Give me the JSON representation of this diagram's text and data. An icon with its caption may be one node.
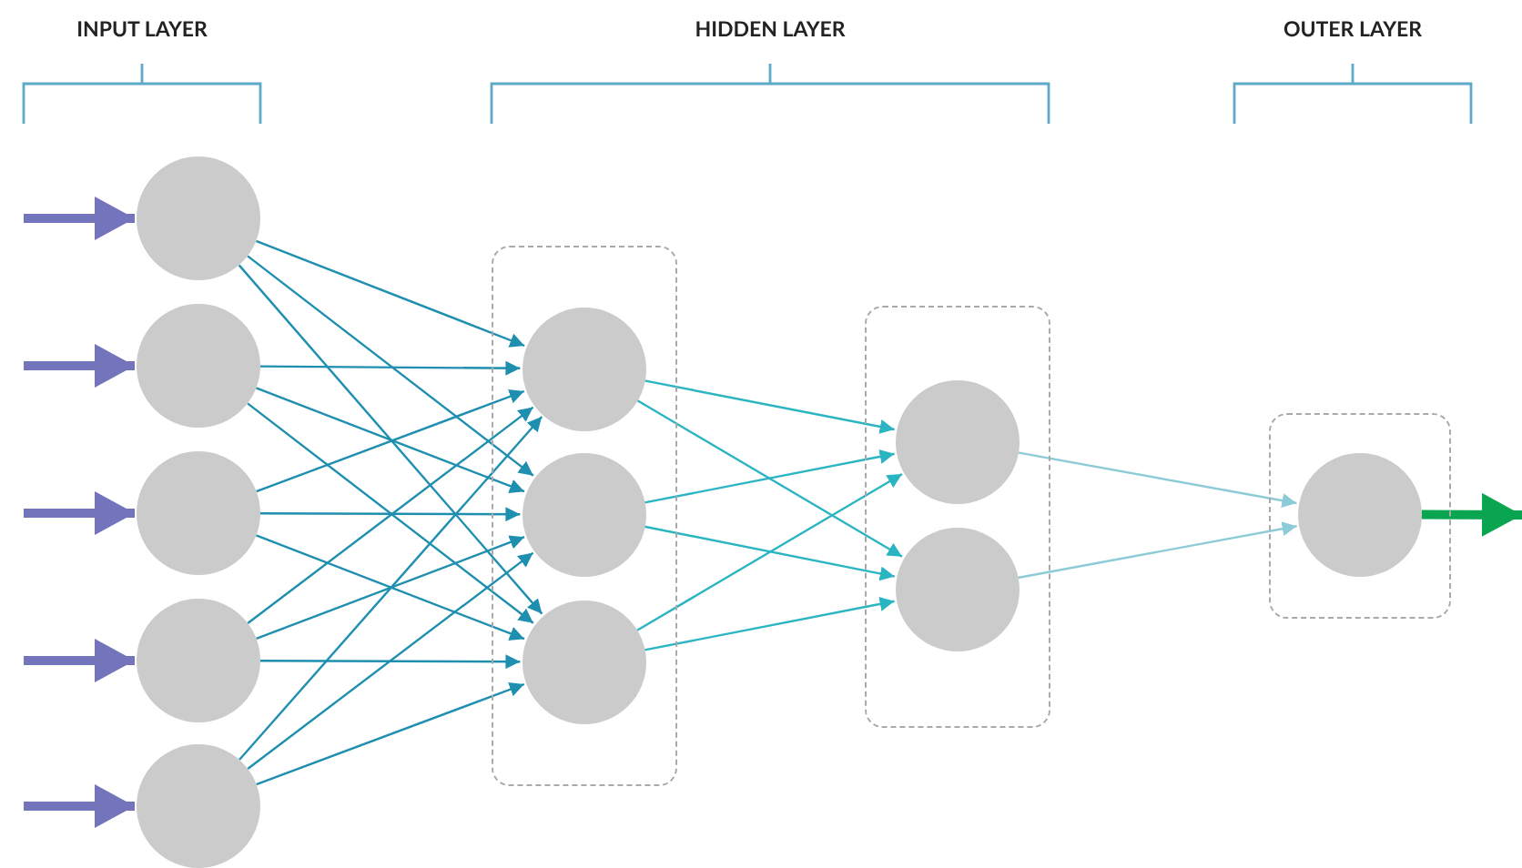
{
  "diagram": {
    "nodes": [
      {
        "text": [],
        "shape": "circle"
      },
      {
        "text": [],
        "shape": "circle"
      },
      {
        "text": [],
        "shape": "circle"
      },
      {
        "text": [],
        "shape": "circle"
      },
      {
        "text": [],
        "shape": "circle"
      },
      {
        "text": [],
        "shape": "box"
      },
      {
        "text": [],
        "shape": "circle",
        "in": 5
      },
      {
        "text": [],
        "shape": "circle",
        "in": 5
      },
      {
        "text": [],
        "shape": "circle",
        "in": 5
      },
      {
        "text": [],
        "shape": "box"
      },
      {
        "text": [],
        "shape": "circle",
        "in": 9
      },
      {
        "text": [],
        "shape": "circle",
        "in": 9
      },
      {
        "text": [],
        "shape": "box"
      },
      {
        "text": [],
        "shape": "circle",
        "in": 12
      }
    ],
    "edges": [
      {
        "from": null,
        "to": 0,
        "arrow": "to",
        "style": "thick",
        "color": "#7474bd"
      },
      {
        "from": null,
        "to": 1,
        "arrow": "to",
        "style": "thick",
        "color": "#7474bd"
      },
      {
        "from": null,
        "to": 2,
        "arrow": "to",
        "style": "thick",
        "color": "#7474bd"
      },
      {
        "from": null,
        "to": 3,
        "arrow": "to",
        "style": "thick",
        "color": "#7474bd"
      },
      {
        "from": null,
        "to": 4,
        "arrow": "to",
        "style": "thick",
        "color": "#7474bd"
      },
      {
        "from": 0,
        "to": 6,
        "arrow": "to"
      },
      {
        "from": 0,
        "to": 7,
        "arrow": "to"
      },
      {
        "from": 0,
        "to": 8,
        "arrow": "to"
      },
      {
        "from": 1,
        "to": 6,
        "arrow": "to"
      },
      {
        "from": 1,
        "to": 7,
        "arrow": "to"
      },
      {
        "from": 1,
        "to": 8,
        "arrow": "to"
      },
      {
        "from": 2,
        "to": 6,
        "arrow": "to"
      },
      {
        "from": 2,
        "to": 7,
        "arrow": "to"
      },
      {
        "from": 2,
        "to": 8,
        "arrow": "to"
      },
      {
        "from": 3,
        "to": 6,
        "arrow": "to"
      },
      {
        "from": 3,
        "to": 7,
        "arrow": "to"
      },
      {
        "from": 3,
        "to": 8,
        "arrow": "to"
      },
      {
        "from": 4,
        "to": 6,
        "arrow": "to"
      },
      {
        "from": 4,
        "to": 7,
        "arrow": "to"
      },
      {
        "from": 4,
        "to": 8,
        "arrow": "to"
      },
      {
        "from": 6,
        "to": 10,
        "arrow": "to",
        "color": "#2bb5c2"
      },
      {
        "from": 6,
        "to": 11,
        "arrow": "to",
        "color": "#2bb5c2"
      },
      {
        "from": 7,
        "to": 10,
        "arrow": "to",
        "color": "#2bb5c2"
      },
      {
        "from": 7,
        "to": 11,
        "arrow": "to",
        "color": "#2bb5c2"
      },
      {
        "from": 8,
        "to": 10,
        "arrow": "to",
        "color": "#2bb5c2"
      },
      {
        "from": 8,
        "to": 11,
        "arrow": "to",
        "color": "#2bb5c2"
      },
      {
        "from": 10,
        "to": 13,
        "arrow": "to",
        "color": "#8ecbd8"
      },
      {
        "from": 11,
        "to": 13,
        "arrow": "to",
        "color": "#8ecbd8"
      },
      {
        "from": 13,
        "to": null,
        "arrow": "to",
        "style": "thick",
        "color": "#0aa550"
      }
    ],
    "labels": [
      "INPUT LAYER",
      "HIDDEN LAYER",
      "OUTER LAYER"
    ]
  }
}
